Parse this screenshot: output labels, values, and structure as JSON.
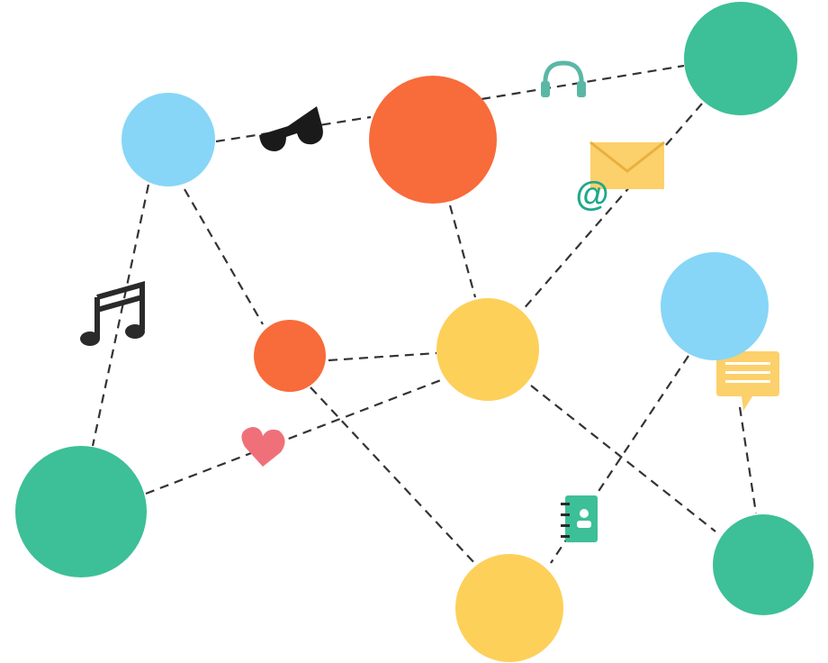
{
  "colors": {
    "blue": "#87d6f7",
    "orange": "#f86b3a",
    "green": "#3dbf97",
    "yellow": "#fdd05a",
    "skin": "#fbe3cc",
    "hair": "#1c1c1c",
    "edge": "#333333",
    "heart": "#f0707a",
    "envelope": "#fcd06a",
    "bubble": "#fcd06a",
    "book": "#3dbf97",
    "headphones": "#5ab7a6",
    "at": "#1fa88a"
  },
  "nodes": [
    {
      "id": "n1",
      "bg": "blue",
      "style": "man-vest"
    },
    {
      "id": "n2",
      "bg": "orange",
      "style": "woman-bun"
    },
    {
      "id": "n3",
      "bg": "green",
      "style": "woman-collar"
    },
    {
      "id": "n4",
      "bg": "yellow",
      "style": "man-tie"
    },
    {
      "id": "n5",
      "bg": "orange",
      "style": "woman-short"
    },
    {
      "id": "n6",
      "bg": "blue",
      "style": "woman-braid"
    },
    {
      "id": "n7",
      "bg": "green",
      "style": "man-glasses"
    },
    {
      "id": "n8",
      "bg": "yellow",
      "style": "woman-headband"
    },
    {
      "id": "n9",
      "bg": "green",
      "style": "woman-dark"
    }
  ],
  "icons": [
    "sunglasses-icon",
    "headphones-icon",
    "envelope-icon",
    "at-sign-icon",
    "music-note-icon",
    "heart-icon",
    "address-book-icon",
    "speech-bubble-icon"
  ]
}
